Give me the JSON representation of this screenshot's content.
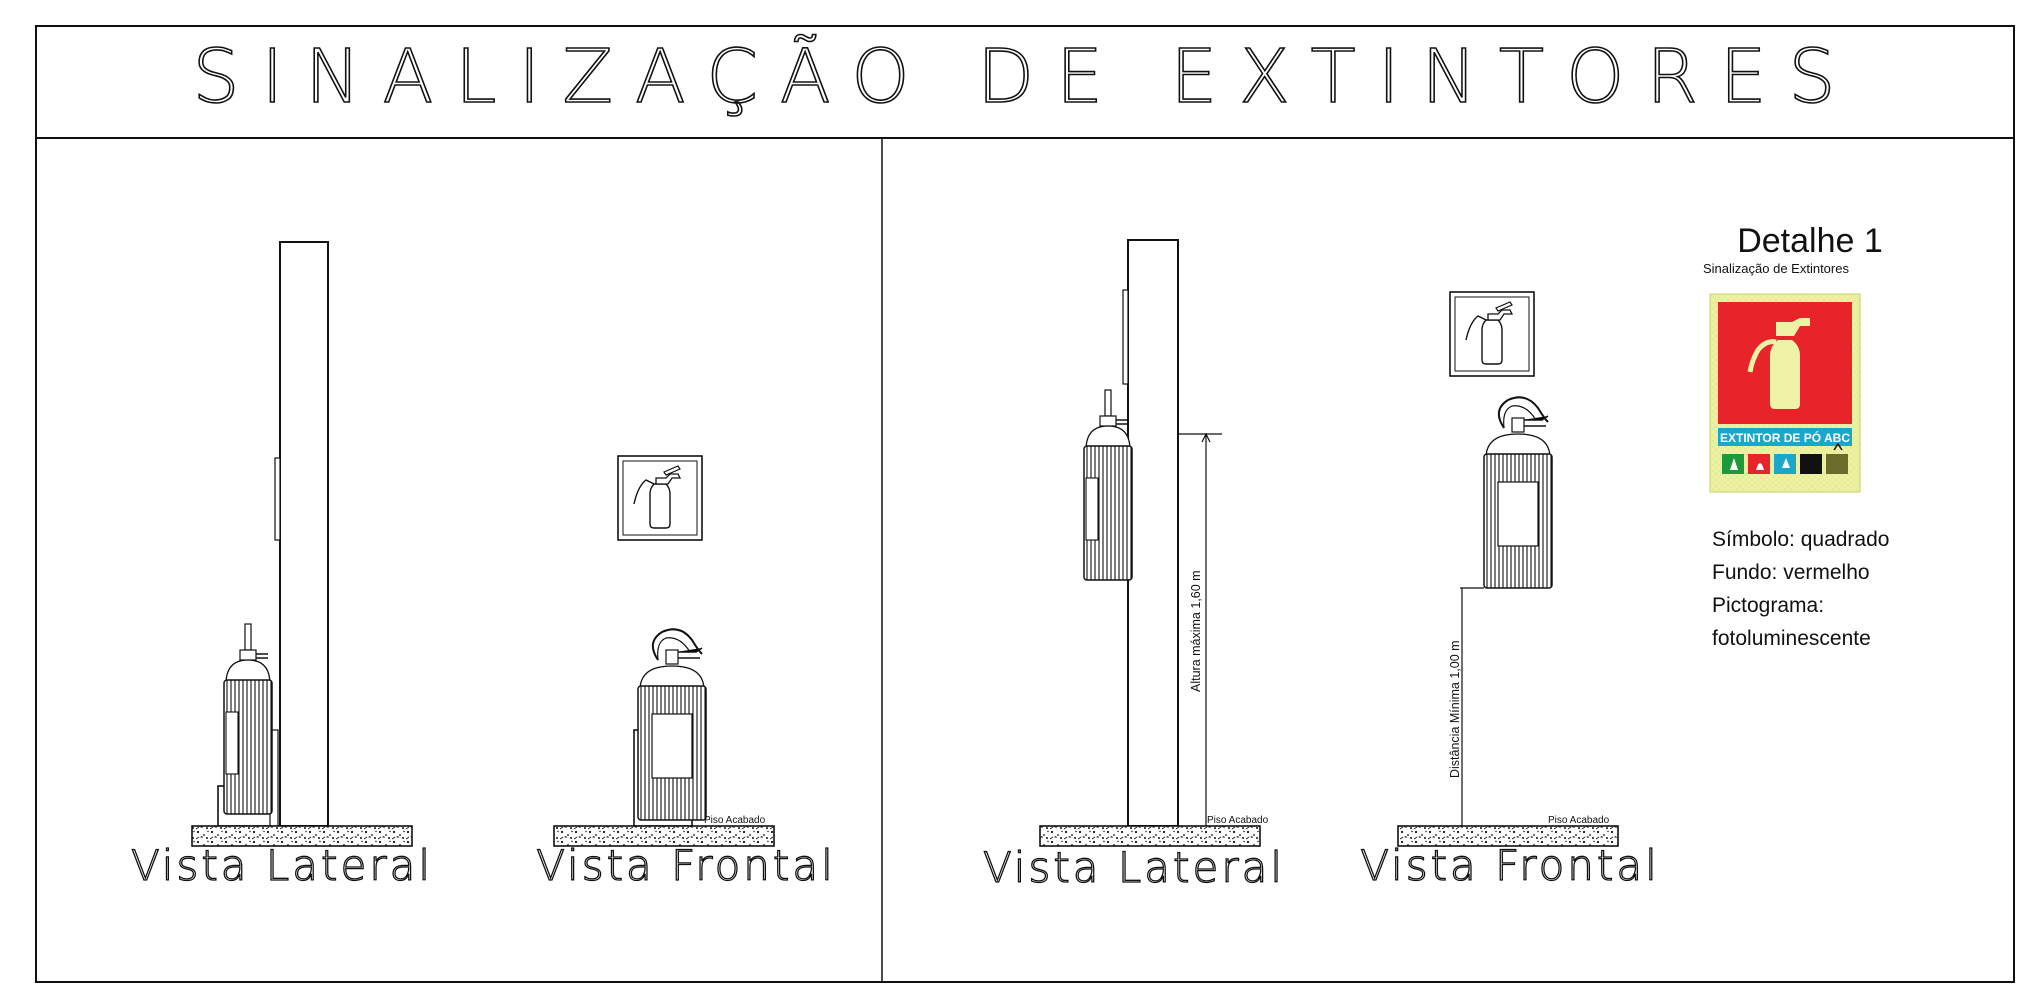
{
  "title": "SINALIZAÇÃO DE EXTINTORES",
  "left_panel": {
    "vista_lateral": "Vista Lateral",
    "vista_frontal": "Vista Frontal",
    "floor_label": "Piso Acabado"
  },
  "right_panel": {
    "vista_lateral": "Vista Lateral",
    "vista_frontal": "Vista Frontal",
    "floor_label_lateral": "Piso Acabado",
    "floor_label_frontal": "Piso Acabado",
    "dim_altura": "Altura máxima 1,60 m",
    "dim_distancia": "Distância Mínima 1,00 m"
  },
  "detail": {
    "title": "Detalhe 1",
    "subtitle": "Sinalização de Extintores",
    "sign_banner": "EXTINTOR DE PÓ ABC",
    "spec_lines": [
      "Símbolo: quadrado",
      "Fundo: vermelho",
      "Pictograma:",
      "fotoluminescente"
    ]
  },
  "colors": {
    "line": "#111111",
    "sign_red": "#e8242b",
    "sign_phosphor": "#eef2a6",
    "sign_banner": "#1aa7c9"
  }
}
